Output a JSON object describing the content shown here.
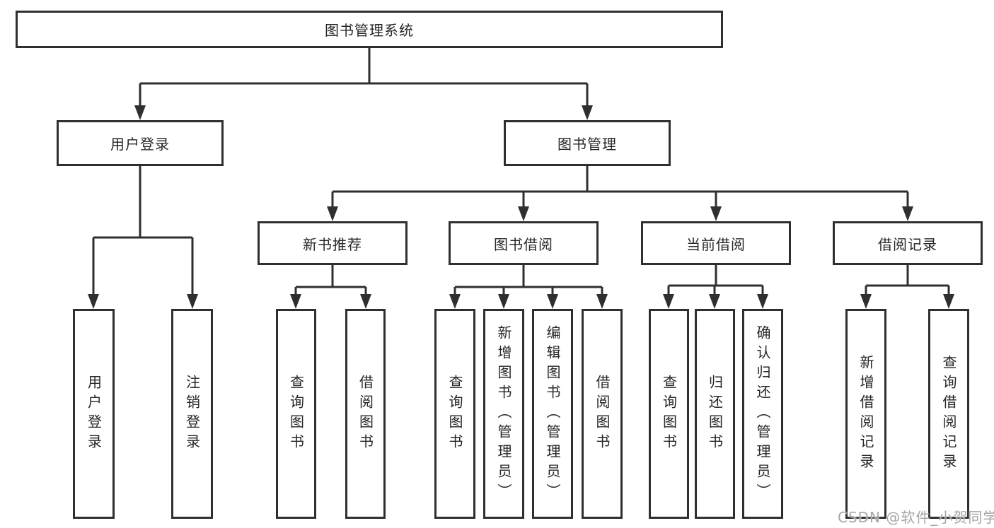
{
  "tree": {
    "label": "图书管理系统",
    "children": [
      {
        "label": "用户登录",
        "children": [
          {
            "label": "用户登录"
          },
          {
            "label": "注销登录"
          }
        ]
      },
      {
        "label": "图书管理",
        "children": [
          {
            "label": "新书推荐",
            "children": [
              {
                "label": "查询图书"
              },
              {
                "label": "借阅图书"
              }
            ]
          },
          {
            "label": "图书借阅",
            "children": [
              {
                "label": "查询图书"
              },
              {
                "label": "新增图书（管理员）"
              },
              {
                "label": "编辑图书（管理员）"
              },
              {
                "label": "借阅图书"
              }
            ]
          },
          {
            "label": "当前借阅",
            "children": [
              {
                "label": "查询图书"
              },
              {
                "label": "归还图书"
              },
              {
                "label": "确认归还（管理员）"
              }
            ]
          },
          {
            "label": "借阅记录",
            "children": [
              {
                "label": "新增借阅记录"
              },
              {
                "label": "查询借阅记录"
              }
            ]
          }
        ]
      }
    ]
  },
  "watermark": {
    "text": "CSDN @软件_小贺同学"
  },
  "colors": {
    "line": "#2f2f2f",
    "text": "#262626",
    "box_background": "#ffffff",
    "watermark": "#a6a6a6"
  }
}
